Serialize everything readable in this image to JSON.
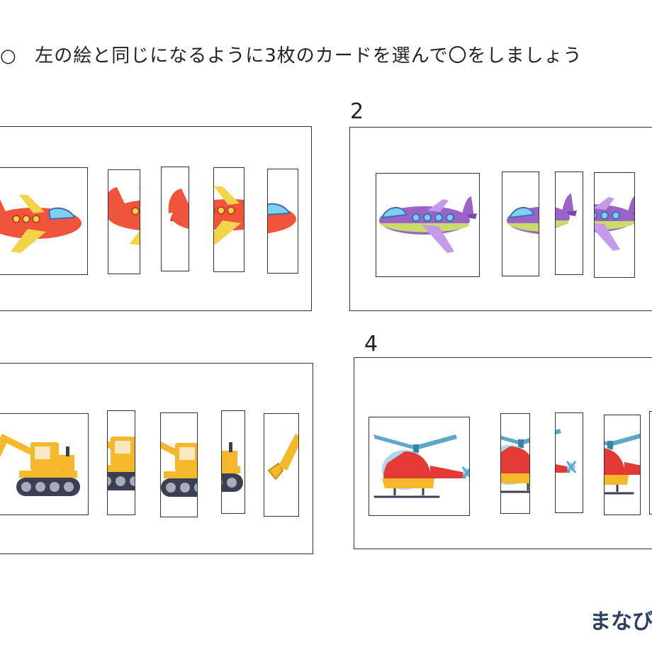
{
  "instruction": {
    "bullet": "○",
    "text": "左の絵と同じになるように3枚のカードを選んで〇をしましょう"
  },
  "problems": [
    {
      "number": "",
      "subject": "red-airplane-icon"
    },
    {
      "number": "2",
      "subject": "purple-airplane-icon"
    },
    {
      "number": "",
      "subject": "excavator-icon"
    },
    {
      "number": "4",
      "subject": "helicopter-icon"
    }
  ],
  "logo": {
    "text": "まなび"
  },
  "colors": {
    "red_plane": "#f0553c",
    "purple_plane": "#9b63c8",
    "excavator": "#f5b82b",
    "helicopter_red": "#e43a35",
    "border": "#333333",
    "logo": "#2d4060"
  }
}
